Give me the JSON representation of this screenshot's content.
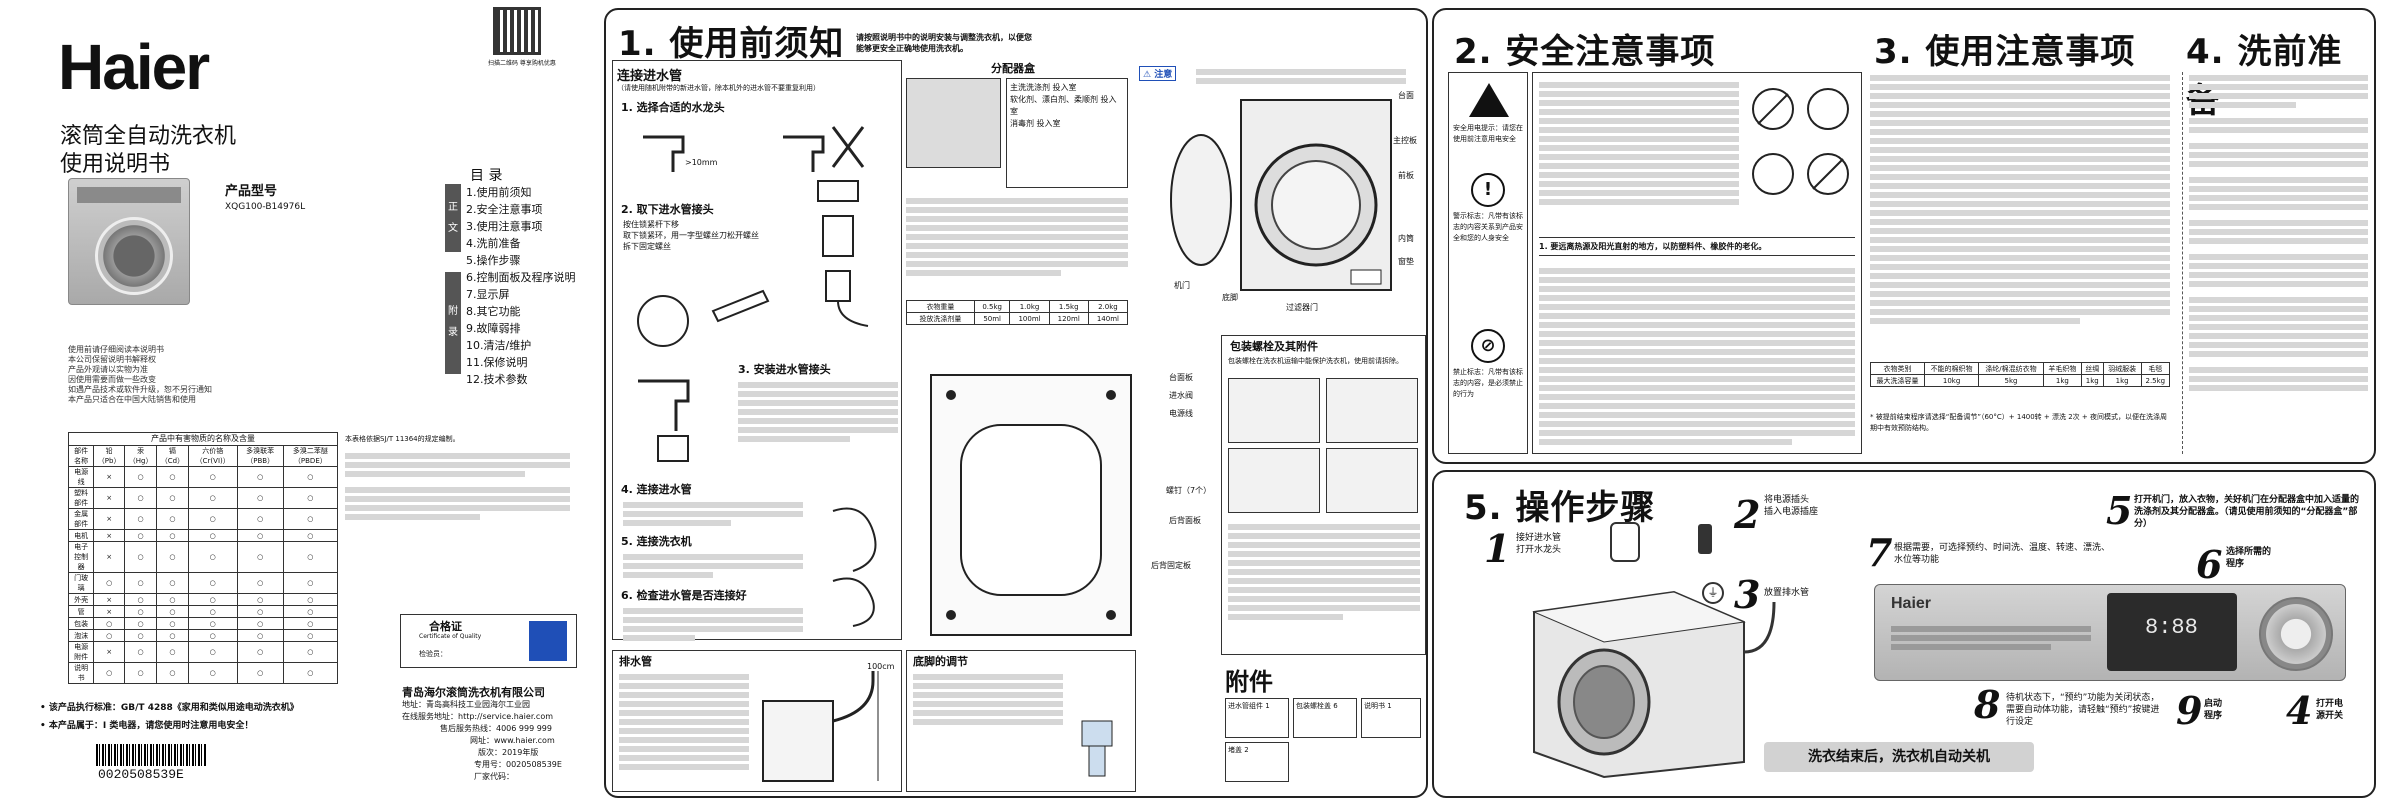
{
  "brand": "Haier",
  "cover": {
    "title_line1": "滚筒全自动洗衣机",
    "title_line2": "使用说明书",
    "model_label": "产品型号",
    "model_value": "XQG100-B14976L",
    "qr_caption": "扫描二维码 尊享购机优惠",
    "toc_title": "目  录",
    "toc_side_1": "正",
    "toc_side_2": "文",
    "toc_side_3": "附",
    "toc_side_4": "录",
    "toc": [
      "1.使用前须知",
      "2.安全注意事项",
      "3.使用注意事项",
      "4.洗前准备",
      "5.操作步骤",
      "6.控制面板及程序说明",
      "7.显示屏",
      "8.其它功能",
      "9.故障弱排",
      "10.清洁/维护",
      "11.保修说明",
      "12.技术参数"
    ],
    "notes": [
      "使用前请仔细阅读本说明书",
      "本公司保留说明书解释权",
      "产品外观请以实物为准",
      "因使用需要而做一些改变",
      "如遇产品技术或软件升级，恕不另行通知",
      "本产品只适合在中国大陆销售和使用"
    ],
    "hazard_title": "产品中有害物质的名称及含量",
    "hazard_header": [
      "部件名称",
      "铅（Pb）",
      "汞（Hg）",
      "镉（Cd）",
      "六价铬（Cr(VI)）",
      "多溴联苯（PBB）",
      "多溴二苯醚（PBDE）"
    ],
    "hazard_rows": [
      "电源线",
      "塑料部件",
      "金属部件",
      "电机",
      "电子控制器",
      "门玻璃",
      "外壳",
      "管",
      "包装",
      "泡沫",
      "电源附件",
      "说明书"
    ],
    "std_text": "本表格依据SJ/T 11364的规定编制。",
    "cert_title": "合格证",
    "cert_sub": "Certificate of Quality",
    "cert_inspector": "检验员：",
    "exec_std": "• 该产品执行标准：GB/T 4288《家用和类似用途电动洗衣机》",
    "house_use": "• 本产品属于：I 类电器，请您使用时注意用电安全！",
    "barcode": "0020508539E",
    "company": "青岛海尔滚筒洗衣机有限公司",
    "address": "地址：青岛高科技工业园海尔工业园",
    "service_url": "在线服务地址：http://service.haier.com",
    "hotline": "售后服务热线：4006 999 999",
    "web": "网址：www.haier.com",
    "version": "版次：2019年版",
    "pdf_code": "专用号：0020508539E",
    "factory_code": "厂家代码："
  },
  "sections": {
    "s1": {
      "num": "1.",
      "title": "使用前须知",
      "note": "请按照说明书中的说明安装与调整洗衣机，以便您能够更安全正确地使用洗衣机。"
    },
    "s2": {
      "num": "2.",
      "title": "安全注意事项"
    },
    "s3": {
      "num": "3.",
      "title": "使用注意事项"
    },
    "s4": {
      "num": "4.",
      "title": "洗前准备"
    },
    "s5": {
      "num": "5.",
      "title": "操作步骤"
    }
  },
  "s1": {
    "inlet_title": "连接进水管",
    "inlet_note": "（请使用随机附带的新进水管，除本机外的进水管不要重复利用）",
    "step1": "1. 选择合适的水龙头",
    "step1_dim": ">10mm",
    "step2": "2. 取下进水管接头",
    "step2_items": [
      "按住锁紧杆下移",
      "取下锁紧环，用一字型螺丝刀松开螺丝",
      "拆下固定螺丝"
    ],
    "step3": "3. 安装进水管接头",
    "step4": "4. 连接进水管",
    "step5": "5. 连接洗衣机",
    "step6": "6. 检查进水管是否连接好",
    "detergent_title": "分配器盒",
    "detergent_items": [
      "主洗洗涤剂 投入室",
      "软化剂、漂白剂、柔顺剂 投入室",
      "消毒剂 投入室"
    ],
    "table_header": [
      "衣物重量",
      "0.5kg",
      "1.0kg",
      "1.5kg",
      "2.0kg"
    ],
    "table_row": [
      "投放洗涤剂量",
      "50ml",
      "100ml",
      "120ml",
      "140ml"
    ],
    "labels": [
      "台面",
      "主控板",
      "前板",
      "内筒",
      "窗垫",
      "底脚",
      "过滤器门",
      "机门"
    ],
    "back_labels": [
      "台面板",
      "进水阀",
      "电源线",
      "螺钉（7个）",
      "后背面板",
      "后背固定板"
    ],
    "bolts_title": "包装螺栓及其附件",
    "bolts_note": "包装螺栓在洗衣机运输中能保护洗衣机，使用前请拆除。",
    "attention": "注意",
    "drain_title": "排水管",
    "drain_h": "100cm",
    "feet_title": "底脚的调节",
    "acc_title": "附件",
    "acc_items": [
      "进水管组件 1",
      "包装螺栓盖 6",
      "堵盖 2",
      "说明书 1"
    ]
  },
  "s2": {
    "side_notes": [
      "安全用电提示：请您在使用前注意用电安全",
      "警示标志：凡带有该标志的内容关系到产品安全和您的人身安全",
      "禁止标志：凡带有该标志的内容，是必须禁止的行为"
    ],
    "important": "1. 要远离热源及阳光直射的地方，以防塑料件、橡胶件的老化。",
    "bottom_note": "请在确认洗衣机安装好后再使用。"
  },
  "s3": {
    "capacity_header": [
      "衣物类别",
      "不能的棉织物",
      "涤纶/棉混纺衣物",
      "羊毛织物",
      "丝绸",
      "羽绒服装",
      "毛毯"
    ],
    "capacity_row": [
      "最大洗涤容量",
      "10kg",
      "5kg",
      "1kg",
      "1kg",
      "1kg",
      "2.5kg"
    ],
    "bottom_note": "* 被提前结束程序请选择“配备调节”（60°C）+ 1400转 + 漂洗 2次 + 夜间模式，以便在洗涤周期中有效预防结构。"
  },
  "s5": {
    "step1": "接好进水管\n打开水龙头",
    "step2": "将电源插头\n插入电源插座",
    "step3": "放置排水管",
    "step4": "打开电\n源开关",
    "step5": "打开机门，放入衣物，关好机门在分配器盒中加入适量的洗涤剂及其分配器盒。（请见使用前须知的“分配器盒”部分）",
    "step6": "选择所需的\n程序",
    "step7": "根据需要，可选择预约、时间洗、温度、转速、漂洗、水位等功能",
    "step8": "待机状态下，“预约”功能为关闭状态，需要自动体功能，请轻触“预约”按键进行设定",
    "step9": "启动\n程序",
    "finish": "洗衣结束后，洗衣机自动关机",
    "panel_brand": "Haier",
    "panel_display": "8:88"
  }
}
